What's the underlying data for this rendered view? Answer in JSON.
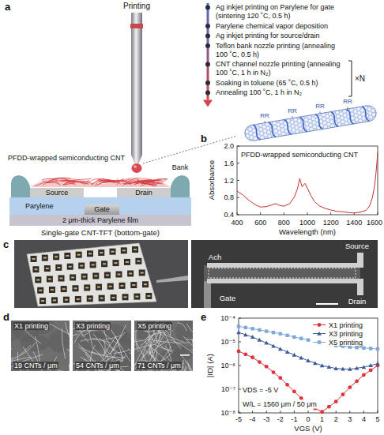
{
  "diagram": {
    "nodes": [
      {
        "text": [
          "Source"
        ]
      },
      {
        "text": [
          "Drain"
        ]
      },
      {
        "text": [
          "Parylene"
        ]
      },
      {
        "text": [
          "Gate"
        ],
        "in": 2
      },
      {
        "text": [
          "2 μm-thick Parylene film"
        ]
      },
      {
        "text": [
          "X1 printing",
          "19 CNTs / μm"
        ]
      },
      {
        "text": [
          "X3 printing",
          "54 CNTs / μm"
        ]
      },
      {
        "text": [
          "X5 printing",
          "71 CNTs / μm"
        ]
      }
    ],
    "labels": [
      "a",
      "Printing",
      "Ag inkjet printing on Parylene for gate (sintering 120 ˚C, 0.5 h)",
      "Parylene chemical vapor deposition",
      "Ag inkjet printing for source/drain",
      "Teflon bank nozzle printing (annealing 100 ˚C, 0.5 h)",
      "CNT channel nozzle printing (annealing 100 ˚C, 1 h in N₂)",
      "Soaking in toluene (65 ˚C, 0.5 h)",
      "Annealing 100 ˚C, 1 h in N₂",
      "×N",
      "RR",
      "RR",
      "RR",
      "RR",
      "PFDD-wrapped semiconducting CNT",
      "Bank",
      "Single-gate CNT-TFT (bottom-gate)",
      "b",
      "Absorbance",
      "2.0",
      "1.6",
      "1.2",
      "0.8",
      "0.4",
      "400",
      "600",
      "800",
      "1000",
      "1200",
      "1400",
      "1600",
      "Wavelength (nm)",
      "PFDD-wrapped semiconducting CNT",
      "c",
      "Source",
      "Ach",
      "Gate",
      "Drain",
      "d",
      "e",
      "|ID| (A)",
      "10⁻⁴",
      "10⁻⁵",
      "10⁻⁶",
      "10⁻⁷",
      "10⁻⁸",
      "-5",
      "-4",
      "-3",
      "-2",
      "-1",
      "0",
      "1",
      "2",
      "3",
      "4",
      "5",
      "VGS (V)",
      "VDS = -5 V",
      "W/L = 1560 μm / 50 μm"
    ],
    "legend": [
      {
        "text": "X1 printing"
      },
      {
        "text": "X3 printing"
      },
      {
        "text": "X5 printing"
      }
    ]
  }
}
